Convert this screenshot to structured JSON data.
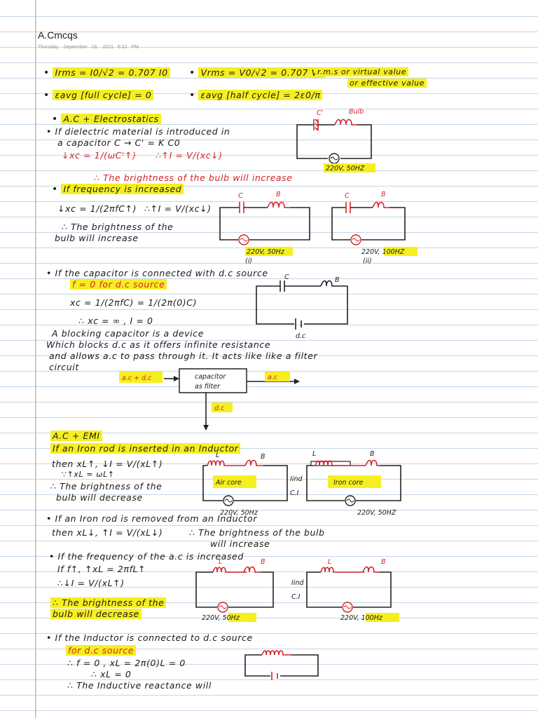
{
  "header": {
    "title": "A.Cmcqs",
    "date": "Thursday, September 16, 2021",
    "time": "6:22 PM"
  },
  "formulas": {
    "irms": "Irms = I0/√2 = 0.707 I0",
    "vrms": "Vrms = V0/√2 = 0.707 V0",
    "rms_note": "r.m.s or virtual value",
    "rms_note2": "or effective value",
    "eavg_full": "εavg [full cycle] = 0",
    "eavg_half": "εavg [half cycle] = 2ε0/π"
  },
  "sec1": {
    "heading": "A.C + Electrostatics",
    "line1": "• If dielectric material is introduced in",
    "line2": "a capacitor C → C' = K C0",
    "xc": "↓xc = 1/(ωC'↑)",
    "current": "∴↑I = V/(xc↓)",
    "conclusion": "∴ The brightness of the bulb will increase",
    "fig_c": "C'",
    "fig_bulb": "Bulb",
    "fig_source": "220V, 50HZ"
  },
  "sec2": {
    "heading": "If frequency is increased",
    "xc": "↓xc = 1/(2πfC↑)",
    "current": "∴↑I = V/(xc↓)",
    "line1": "∴ The brightness of the",
    "line2": "bulb will increase",
    "fig_c": "C",
    "fig_b": "B",
    "fig_src1": "220V, 50Hz",
    "fig_tag1": "(i)",
    "fig_src2": "220V, 100HZ",
    "fig_tag2": "(ii)"
  },
  "sec3": {
    "line1": "• If the capacitor is connected with d.c source",
    "hl": "f = 0  for d.c source",
    "xc": "xc = 1/(2πfC) = 1/(2π(0)C)",
    "result": "∴ xc = ∞ , I = 0",
    "p1": "A blocking capacitor is a device",
    "p2": "Which blocks d.c as it offers infinite resistance",
    "p3": "and allows a.c to pass through it. It acts like like a filter",
    "p4": "circuit",
    "fig_c": "C",
    "fig_b": "B",
    "fig_dc": "d.c",
    "flow_in": "a.c + d.c",
    "flow_box1": "capacitor",
    "flow_box2": "as filter",
    "flow_out": "a.c",
    "flow_down": "d.c"
  },
  "sec4": {
    "heading": "A.C + EMI",
    "hl": "If an Iron rod is inserted in an Inductor",
    "l1": "then xL↑, ↓I = V/(xL↑)",
    "l2": "∵↑xL = ωL↑",
    "l3": "∴ The brightness of the",
    "l4": "bulb will decrease",
    "fig_l": "L",
    "fig_b": "B",
    "fig_air": "Air core",
    "fig_iron": "Iron core",
    "fig_iind": "Iind",
    "fig_ci": "C.I",
    "fig_src": "220V, 50Hz",
    "fig_src2": "220V, 50HZ"
  },
  "sec5": {
    "l1": "• If an Iron rod is removed from an Inductor",
    "l2": "then xL↓, ↑I = V/(xL↓)",
    "l3": "∴ The brightness of the bulb",
    "l4": "will increase"
  },
  "sec6": {
    "l1": "• If the frequency of the a.c is increased",
    "l2": "If f↑, ↑xL = 2πfL↑",
    "l3": "∴↓I = V/(xL↑)",
    "hl1": "∴ The brightness of the",
    "hl2": "bulb will decrease",
    "fig_l": "L",
    "fig_b": "B",
    "fig_src1": "220V, 50Hz",
    "fig_src2": "220V, 100Hz",
    "fig_iind": "Iind",
    "fig_ci": "C.I"
  },
  "sec7": {
    "l1": "• If the Inductor is connected to d.c source",
    "hl": "for d.c source",
    "l2": "∴ f = 0 ,  xL = 2π(0)L = 0",
    "l3": "∴ xL = 0",
    "l4": "∴ The Inductive reactance will"
  }
}
